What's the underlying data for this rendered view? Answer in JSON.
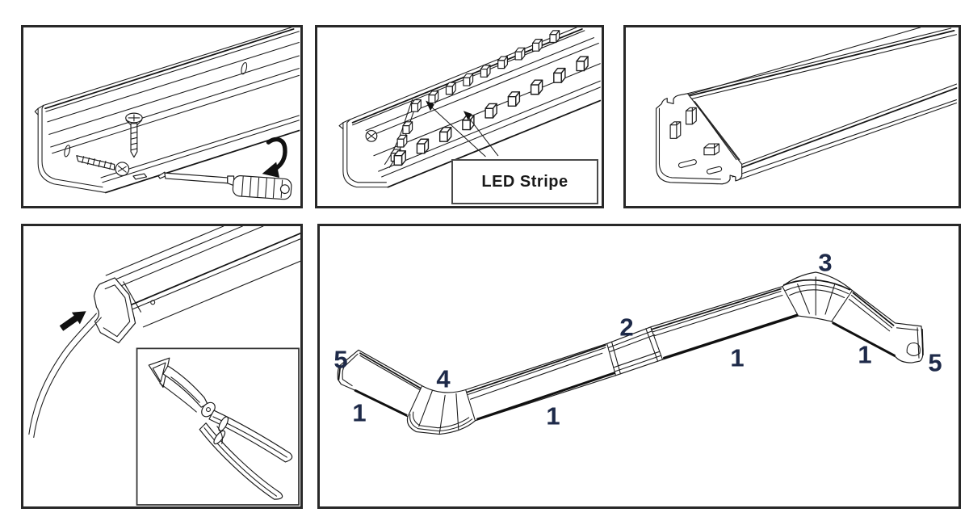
{
  "colors": {
    "background": "#ffffff",
    "panel_border": "#282828",
    "line_art": "#1c1c1c",
    "label_box_border": "#4a4a4a",
    "part_label": "#1e2a49"
  },
  "led_panel": {
    "label": "LED Stripe"
  },
  "assembly": {
    "labels": [
      {
        "part": "end-cap-left",
        "text": "5"
      },
      {
        "part": "profile-segment-left",
        "text": "1"
      },
      {
        "part": "inside-corner-connector",
        "text": "4"
      },
      {
        "part": "profile-segment-middle",
        "text": "1"
      },
      {
        "part": "straight-connector",
        "text": "2"
      },
      {
        "part": "profile-segment-right",
        "text": "1"
      },
      {
        "part": "outside-corner-connector",
        "text": "3"
      },
      {
        "part": "profile-segment-far-right",
        "text": "1"
      },
      {
        "part": "end-cap-right",
        "text": "5"
      }
    ]
  }
}
